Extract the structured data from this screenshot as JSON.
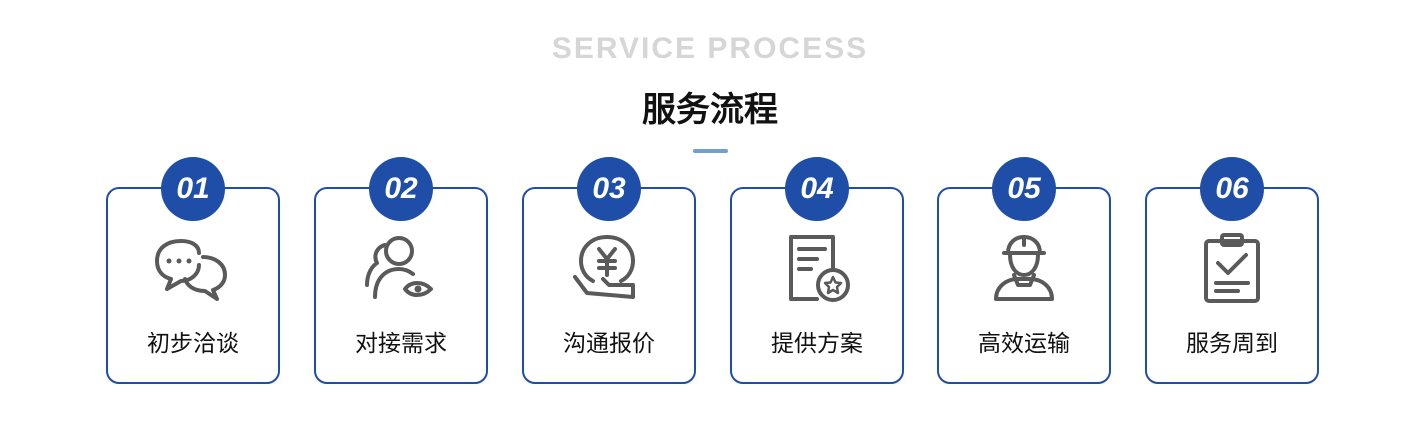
{
  "header": {
    "subtitle": "SERVICE PROCESS",
    "title": "服务流程"
  },
  "colors": {
    "accent": "#1e4ea8",
    "divider": "#6f9fd3",
    "icon": "#5a5a5a",
    "subtitle": "#d6d6d6"
  },
  "steps": [
    {
      "number": "01",
      "label": "初步洽谈",
      "icon": "chat-bubbles-icon"
    },
    {
      "number": "02",
      "label": "对接需求",
      "icon": "users-eye-icon"
    },
    {
      "number": "03",
      "label": "沟通报价",
      "icon": "yuan-coin-hand-icon"
    },
    {
      "number": "04",
      "label": "提供方案",
      "icon": "document-star-icon"
    },
    {
      "number": "05",
      "label": "高效运输",
      "icon": "worker-helmet-icon"
    },
    {
      "number": "06",
      "label": "服务周到",
      "icon": "clipboard-check-icon"
    }
  ]
}
